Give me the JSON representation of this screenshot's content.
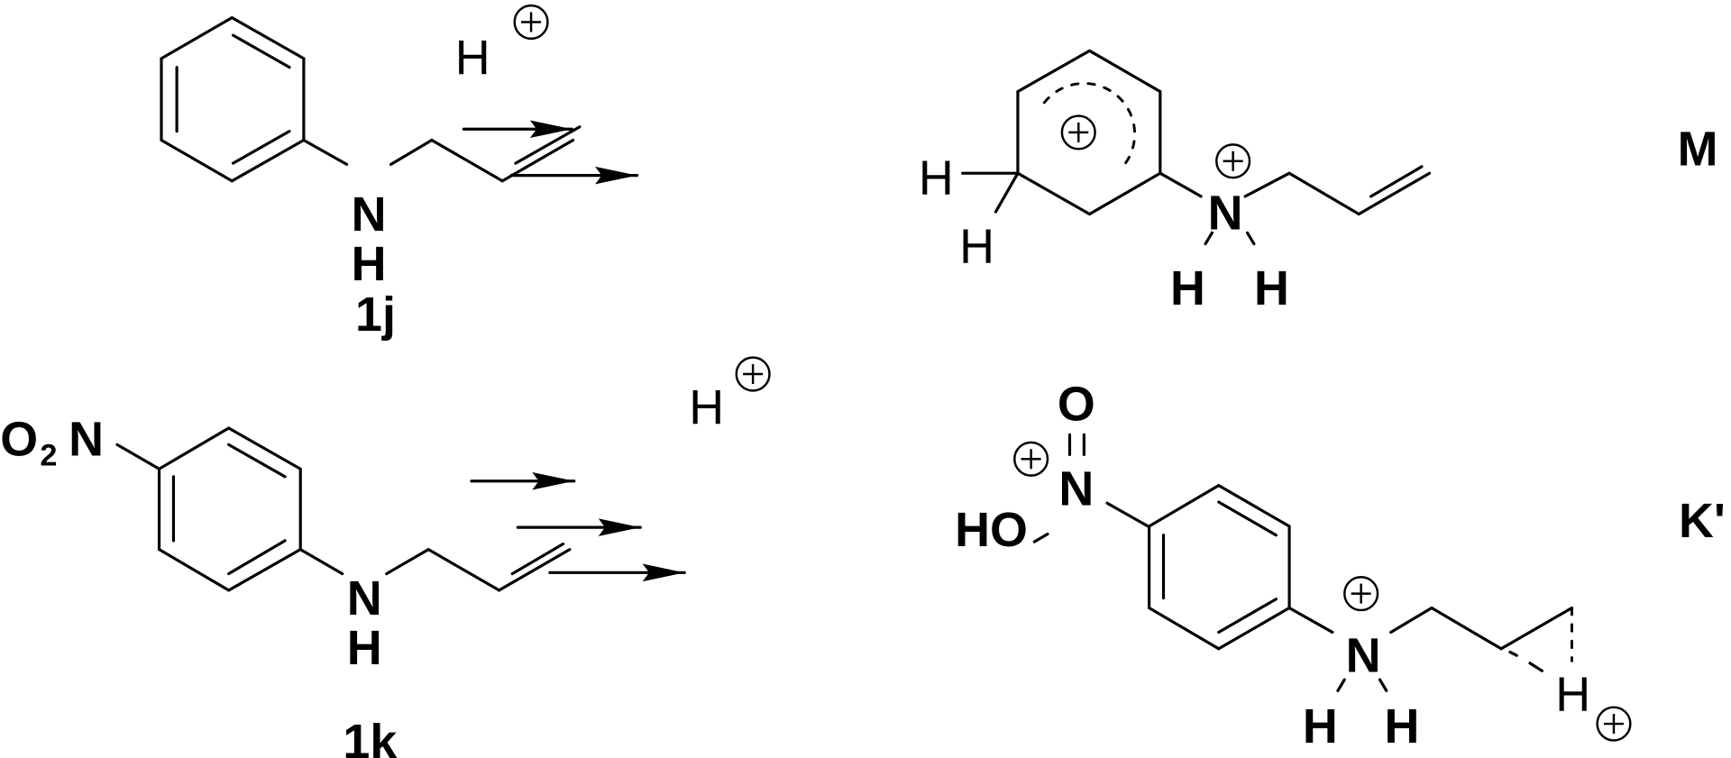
{
  "labels": {
    "compound_1j": "1j",
    "compound_1k": "1k",
    "intermediate_M": "M",
    "intermediate_K": "K'",
    "acid": "H",
    "atom_N": "N",
    "atom_H": "H",
    "atom_O": "O",
    "nitro_O": "O",
    "nitro_sub": "2",
    "hydroxyl": "HO"
  },
  "colors": {
    "ink": "#000000",
    "background": "#ffffff"
  }
}
